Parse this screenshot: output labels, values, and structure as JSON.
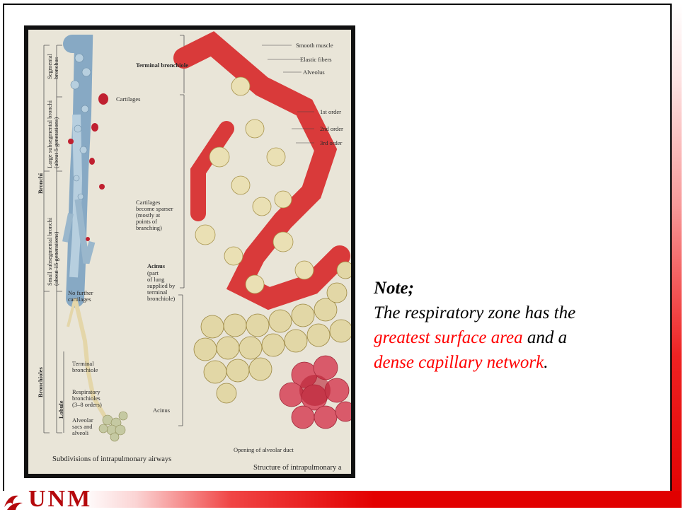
{
  "figure": {
    "labels": {
      "terminal_bronchiole_top": "Terminal\nbronchiole",
      "smooth_muscle": "Smooth muscle",
      "elastic_fibers": "Elastic fibers",
      "alveolus": "Alveolus",
      "cartilages": "Cartilages",
      "first_order": "1st order",
      "second_order": "2nd order",
      "third_order": "3rd order",
      "cartilages_sparser": "Cartilages\nbecome sparser\n(mostly at\npoints of\nbranching)",
      "acinus_title": "Acinus",
      "acinus_desc": "(part\nof lung\nsupplied by\nterminal\nbronchiole)",
      "no_further_cartilages": "No further\ncartilages",
      "terminal_bronchiole_low": "Terminal\nbronchiole",
      "respiratory_bronchioles": "Respiratory\nbronchioles\n(3–8 orders)",
      "alveolar_sacs": "Alveolar\nsacs and\nalveoli",
      "acinus_low": "Acinus",
      "opening_alveolar_duct": "Opening of alveolar duct",
      "bronchi": "Bronchi",
      "bronchioles": "Bronchioles",
      "segmental_bronchus": "Segmental\nbronchus",
      "large_subsegmental": "Large subsegmental bronchi\n(about 5 generations)",
      "small_subsegmental": "Small subsegmental bronchi\n(about 15 generations)",
      "lobule": "Lobule"
    },
    "caption_left": "Subdivisions of intrapulmonary airways",
    "caption_right": "Structure of intrapulmonary a"
  },
  "note": {
    "title": "Note;",
    "line1": "The respiratory zone has the",
    "highlight1": "greatest surface area",
    "line2_suffix": " and a",
    "highlight2": "dense capillary network",
    "line3_suffix": "."
  },
  "branding": {
    "logo_text": "UNM"
  },
  "colors": {
    "highlight": "#ff0000",
    "brand": "#b5080c"
  }
}
